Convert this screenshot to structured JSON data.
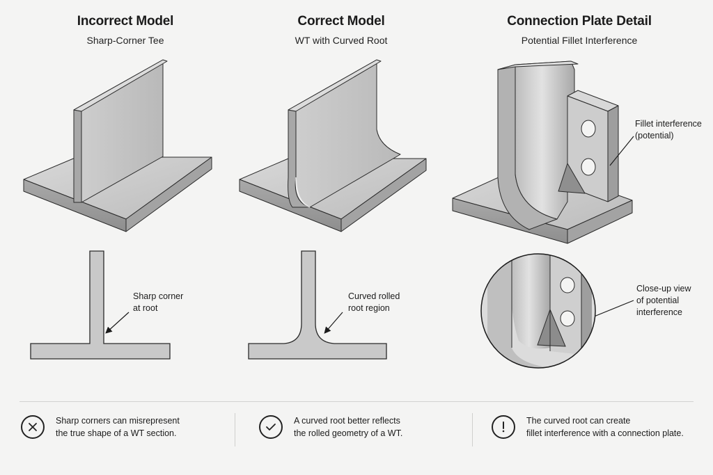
{
  "columns": [
    {
      "title": "Incorrect Model",
      "subtitle": "Sharp-Corner Tee"
    },
    {
      "title": "Correct Model",
      "subtitle": "WT with Curved Root"
    },
    {
      "title": "Connection Plate Detail",
      "subtitle": "Potential Fillet Interference"
    }
  ],
  "annotations": {
    "sharp_corner": [
      "Sharp corner",
      "at root"
    ],
    "curved_root": [
      "Curved rolled",
      "root region"
    ],
    "fillet_interference": [
      "Fillet interference",
      "(potential)"
    ],
    "closeup": [
      "Close-up view",
      "of potential",
      "interference"
    ]
  },
  "notes": [
    {
      "icon": "x-circle-icon",
      "lines": [
        "Sharp corners can misrepresent",
        "the true shape of a WT section."
      ]
    },
    {
      "icon": "check-circle-icon",
      "lines": [
        "A curved root better reflects",
        "the rolled geometry of a WT."
      ]
    },
    {
      "icon": "exclamation-circle-icon",
      "lines": [
        "The curved root can create",
        "fillet interference with a connection plate."
      ]
    }
  ],
  "colors": {
    "background": "#f4f4f3",
    "steel": "#c9c9c9",
    "steel_dark": "#9a9a9a",
    "outline": "#2a2a2a"
  }
}
